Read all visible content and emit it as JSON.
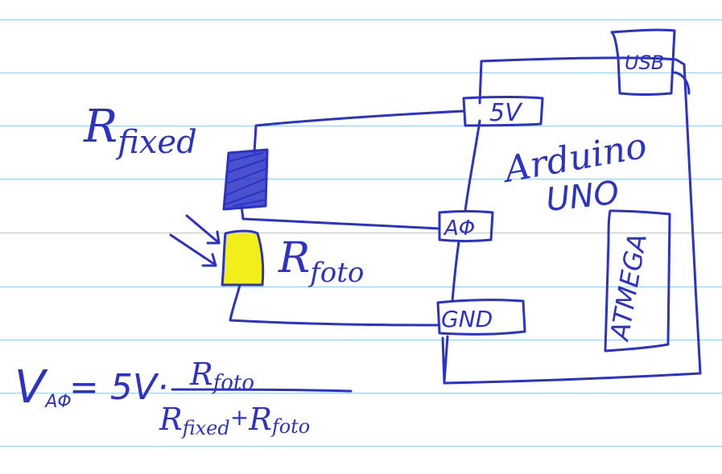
{
  "labels": {
    "r_fixed": {
      "main": "R",
      "sub": "fixed"
    },
    "r_foto": {
      "main": "R",
      "sub": "foto"
    },
    "pin_usb": "USB",
    "pin_5v": "5V",
    "pin_a0": "AΦ",
    "pin_gnd": "GND",
    "board_name_1": "Arduino",
    "board_name_2": "UNO",
    "chip": "ATMEGA"
  },
  "formula": {
    "lhs_main": "V",
    "lhs_sub": "AΦ",
    "equals_part": "= 5V·",
    "numerator": {
      "main": "R",
      "sub": "foto"
    },
    "denominator_a": {
      "main": "R",
      "sub": "fixed"
    },
    "plus": "+",
    "denominator_b": {
      "main": "R",
      "sub": "foto"
    }
  },
  "colors": {
    "ink": "#2b33c6",
    "ruled_line": "#9fd0f2",
    "photoresistor_fill": "#f2ee1c",
    "resistor_fill": "#2b33c6"
  }
}
